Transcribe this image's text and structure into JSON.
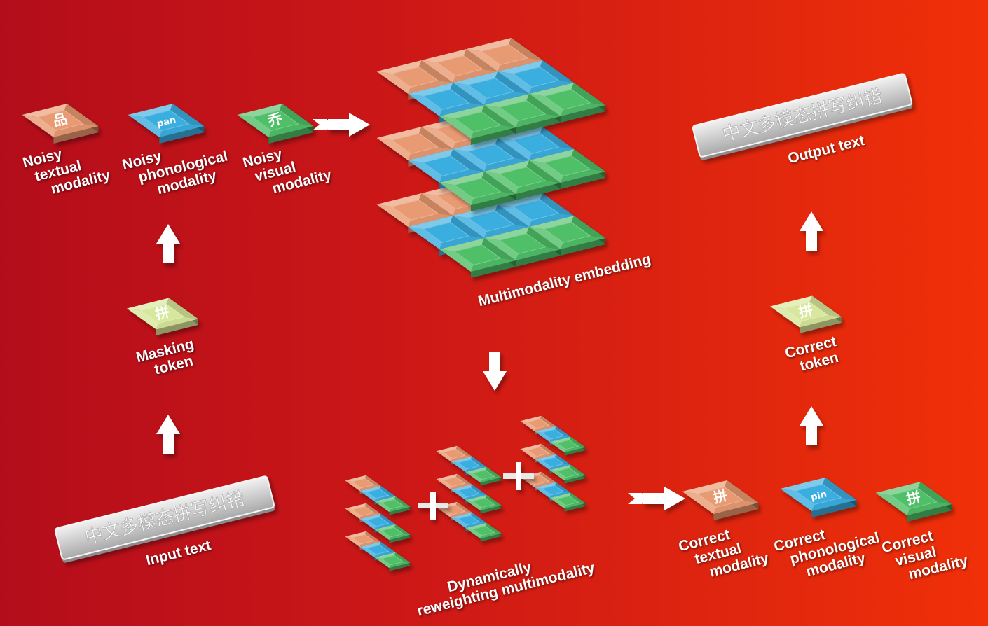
{
  "colors": {
    "textual": "#e89a72",
    "phonological": "#3aaee0",
    "visual": "#4fbf68",
    "masking": "#d7e79b",
    "bar": "#d2d2d2"
  },
  "input_text": {
    "sentence": "中文多模态拼写纠错",
    "label": "Input text"
  },
  "masking_token": {
    "glyph": "拼",
    "label": [
      "Masking",
      "token"
    ]
  },
  "noisy": [
    {
      "glyph": "品",
      "label": [
        "Noisy",
        "textual",
        "modality"
      ],
      "color_key": "textual"
    },
    {
      "glyph": "pan",
      "label": [
        "Noisy",
        "phonological",
        "modality"
      ],
      "color_key": "phonological"
    },
    {
      "glyph": "乔",
      "label": [
        "Noisy",
        "visual",
        "modality"
      ],
      "color_key": "visual"
    }
  ],
  "embedding_label": "Multimodality embedding",
  "reweighting_label": [
    "Dynamically",
    "reweighting multimodality"
  ],
  "correct": [
    {
      "glyph": "拼",
      "label": [
        "Correct",
        "textual",
        "modality"
      ],
      "color_key": "textual"
    },
    {
      "glyph": "pin",
      "label": [
        "Correct",
        "phonological",
        "modality"
      ],
      "color_key": "phonological"
    },
    {
      "glyph": "拼",
      "label": [
        "Correct",
        "visual",
        "modality"
      ],
      "color_key": "visual"
    }
  ],
  "correct_token": {
    "glyph": "拼",
    "label": [
      "Correct",
      "token"
    ]
  },
  "output_text": {
    "sentence": "中文多模态拼写纠错",
    "label": "Output text"
  }
}
